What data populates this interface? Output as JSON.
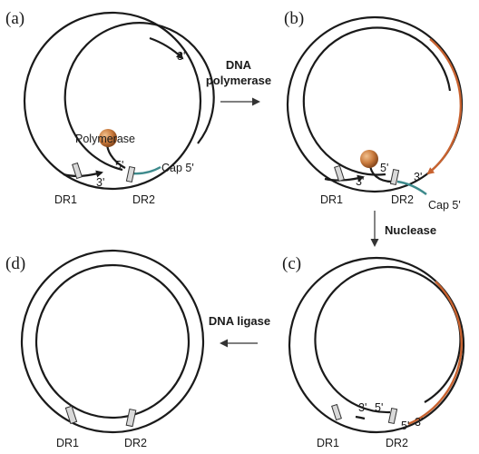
{
  "panels": {
    "a": {
      "letter": "(a)",
      "three_prime_top": "3'",
      "polymerase": "Polymerase",
      "five_prime": "5'",
      "three_prime": "3'",
      "cap": "Cap 5'",
      "dr1": "DR1",
      "dr2": "DR2"
    },
    "b": {
      "letter": "(b)",
      "five_prime": "5'",
      "three_prime_left": "3'",
      "three_prime_right": "3'",
      "cap": "Cap 5'",
      "dr1": "DR1",
      "dr2": "DR2"
    },
    "c": {
      "letter": "(c)",
      "three_prime_a": "3'",
      "five_prime_a": "5'",
      "five_prime_b": "5'",
      "three_prime_b": "3'",
      "dr1": "DR1",
      "dr2": "DR2"
    },
    "d": {
      "letter": "(d)",
      "dr1": "DR1",
      "dr2": "DR2"
    }
  },
  "steps": {
    "ab_line1": "DNA",
    "ab_line2": "polymerase",
    "bc": "Nuclease",
    "cd": "DNA ligase"
  },
  "colors": {
    "new_strand": "#c8622f",
    "rna_cap": "#3d8a8c",
    "polymerase": "#c97a3c"
  }
}
